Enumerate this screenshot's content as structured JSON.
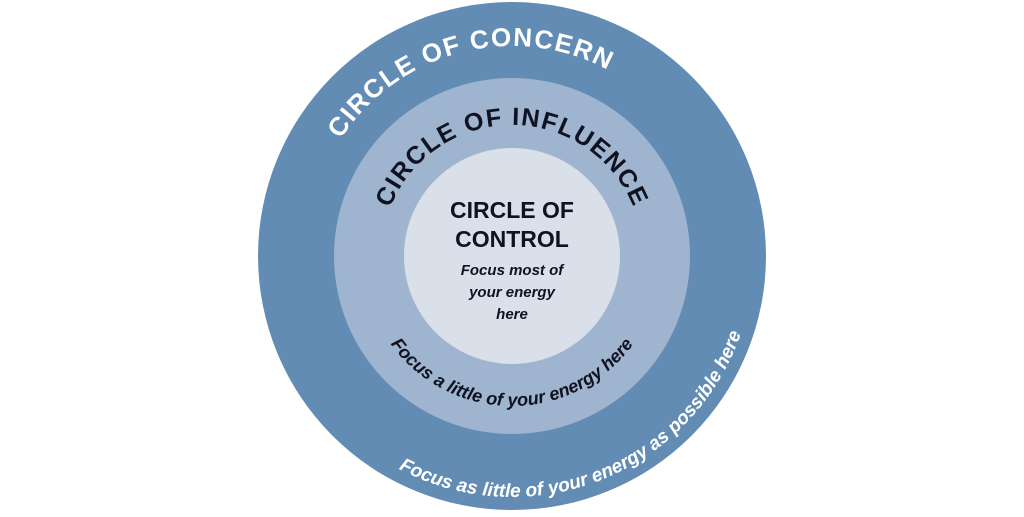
{
  "colors": {
    "background": "#ffffff",
    "outer_ring": "#628cb3",
    "middle_ring": "#9fb4ce",
    "inner_circle": "#d9e0ea",
    "light_text": "#ffffff",
    "dark_text": "#0f1220"
  },
  "circles": {
    "concern": {
      "title": "CIRCLE OF CONCERN",
      "caption": "Focus as little of your energy as possible here"
    },
    "influence": {
      "title": "CIRCLE OF INFLUENCE",
      "caption": "Focus a little of your energy here"
    },
    "control": {
      "title_line1": "CIRCLE OF",
      "title_line2": "CONTROL",
      "caption_line1": "Focus most of",
      "caption_line2": "your energy",
      "caption_line3": "here"
    }
  }
}
